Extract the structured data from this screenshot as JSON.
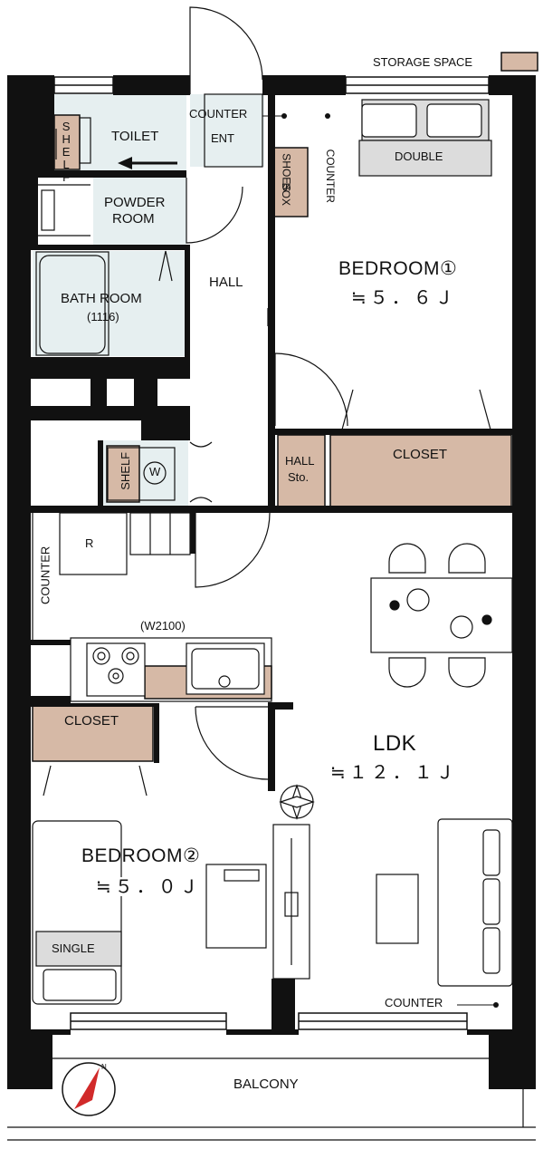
{
  "legend": {
    "storage_space": "STORAGE SPACE",
    "storage_color": "#d6b9a6"
  },
  "colors": {
    "wall": "#111111",
    "wet_area": "#e6eff0",
    "storage": "#d6b9a6",
    "furniture_fill": "#dcdcdc"
  },
  "rooms": {
    "toilet": "TOILET",
    "shelf_toilet": "SHELF",
    "counter_top": "COUNTER",
    "ent": "ENT",
    "powder_room_1": "POWDER",
    "powder_room_2": "ROOM",
    "shoes_box_1": "SHOES",
    "shoes_box_2": "BOX",
    "counter_vertical": "COUNTER",
    "double": "DOUBLE",
    "bedroom1": "BEDROOM①",
    "bedroom1_size": "≒５．６Ｊ",
    "hall": "HALL",
    "bath_room": "BATH ROOM",
    "bath_size": "(1116)",
    "shelf_laundry": "SHELF",
    "washer": "W",
    "hall_sto_1": "HALL",
    "hall_sto_2": "Sto.",
    "closet1": "CLOSET",
    "counter_kitchen": "COUNTER",
    "fridge": "R",
    "kitchen_width": "(W2100)",
    "closet2": "CLOSET",
    "ldk": "LDK",
    "ldk_size": "≒１２．１Ｊ",
    "bedroom2": "BEDROOM②",
    "bedroom2_size": "≒５．０Ｊ",
    "single": "SINGLE",
    "counter_bottom": "COUNTER",
    "balcony": "BALCONY"
  },
  "compass": {
    "north": "N"
  }
}
